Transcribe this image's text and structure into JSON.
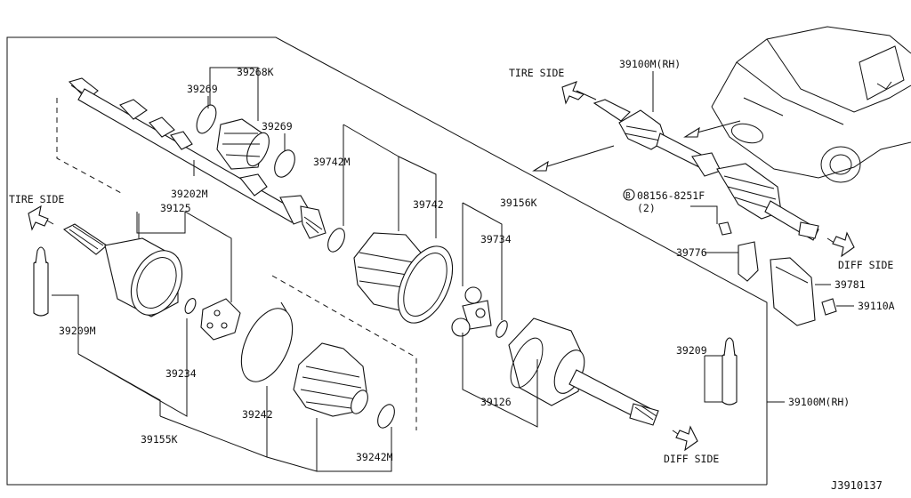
{
  "diagram": {
    "code": "J3910137",
    "side_labels": {
      "tire_side_left": "TIRE SIDE",
      "tire_side_top": "TIRE SIDE",
      "diff_side_right": "DIFF SIDE",
      "diff_side_bottom": "DIFF SIDE"
    },
    "callouts": {
      "p39268K": "39268K",
      "p39269_a": "39269",
      "p39269_b": "39269",
      "p39202M": "39202M",
      "p39125": "39125",
      "p39742M": "39742M",
      "p39742": "39742",
      "p39156K": "39156K",
      "p39734": "39734",
      "p39209M": "39209M",
      "p39234": "39234",
      "p39155K": "39155K",
      "p39242": "39242",
      "p39242M": "39242M",
      "p39126": "39126",
      "p39209": "39209",
      "p39100M_top": "39100M(RH)",
      "p39100M_right": "39100M(RH)",
      "bolt_ref": "08156-8251F",
      "bolt_circle": "B",
      "bolt_qty": "(2)",
      "p39776": "39776",
      "p39781": "39781",
      "p39110A": "39110A"
    }
  }
}
